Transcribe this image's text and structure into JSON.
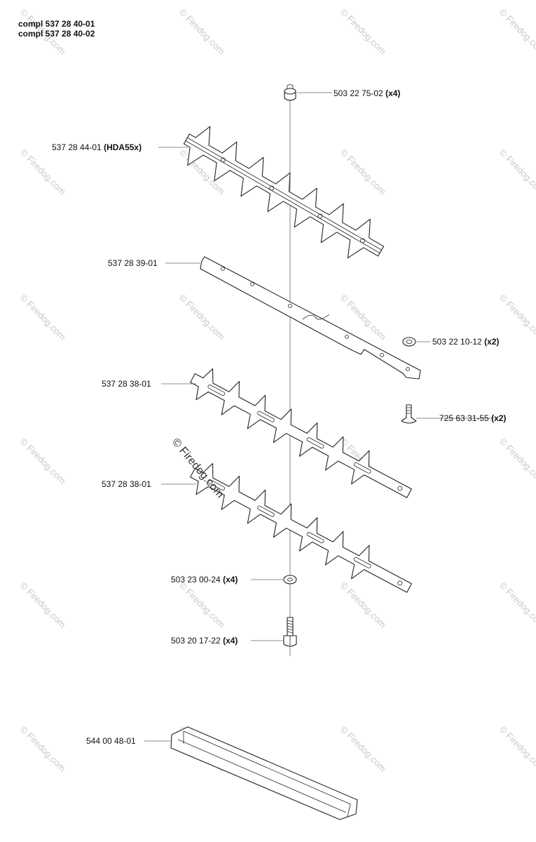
{
  "header": {
    "line1": "compl 537 28 40-01",
    "line2": "compl 537 28 40-02"
  },
  "callouts": [
    {
      "id": "nut-top",
      "number": "503 22 75-02",
      "qty": "(x4)"
    },
    {
      "id": "blade-top",
      "number": "537 28 44-01",
      "qty": "(HDA55x)"
    },
    {
      "id": "bar",
      "number": "537 28 39-01",
      "qty": ""
    },
    {
      "id": "nut-small",
      "number": "503 22 10-12",
      "qty": "(x2)"
    },
    {
      "id": "blade-1",
      "number": "537 28 38-01",
      "qty": ""
    },
    {
      "id": "screw",
      "number": "725 63 31-55",
      "qty": "(x2)"
    },
    {
      "id": "blade-2",
      "number": "537 28 38-01",
      "qty": ""
    },
    {
      "id": "washer",
      "number": "503 23 00-24",
      "qty": "(x4)"
    },
    {
      "id": "bolt",
      "number": "503 20 17-22",
      "qty": "(x4)"
    },
    {
      "id": "guard",
      "number": "544 00 48-01",
      "qty": ""
    }
  ],
  "watermark": {
    "center_text": "© Firedog.com",
    "tile_text": "© Firedog.com"
  }
}
